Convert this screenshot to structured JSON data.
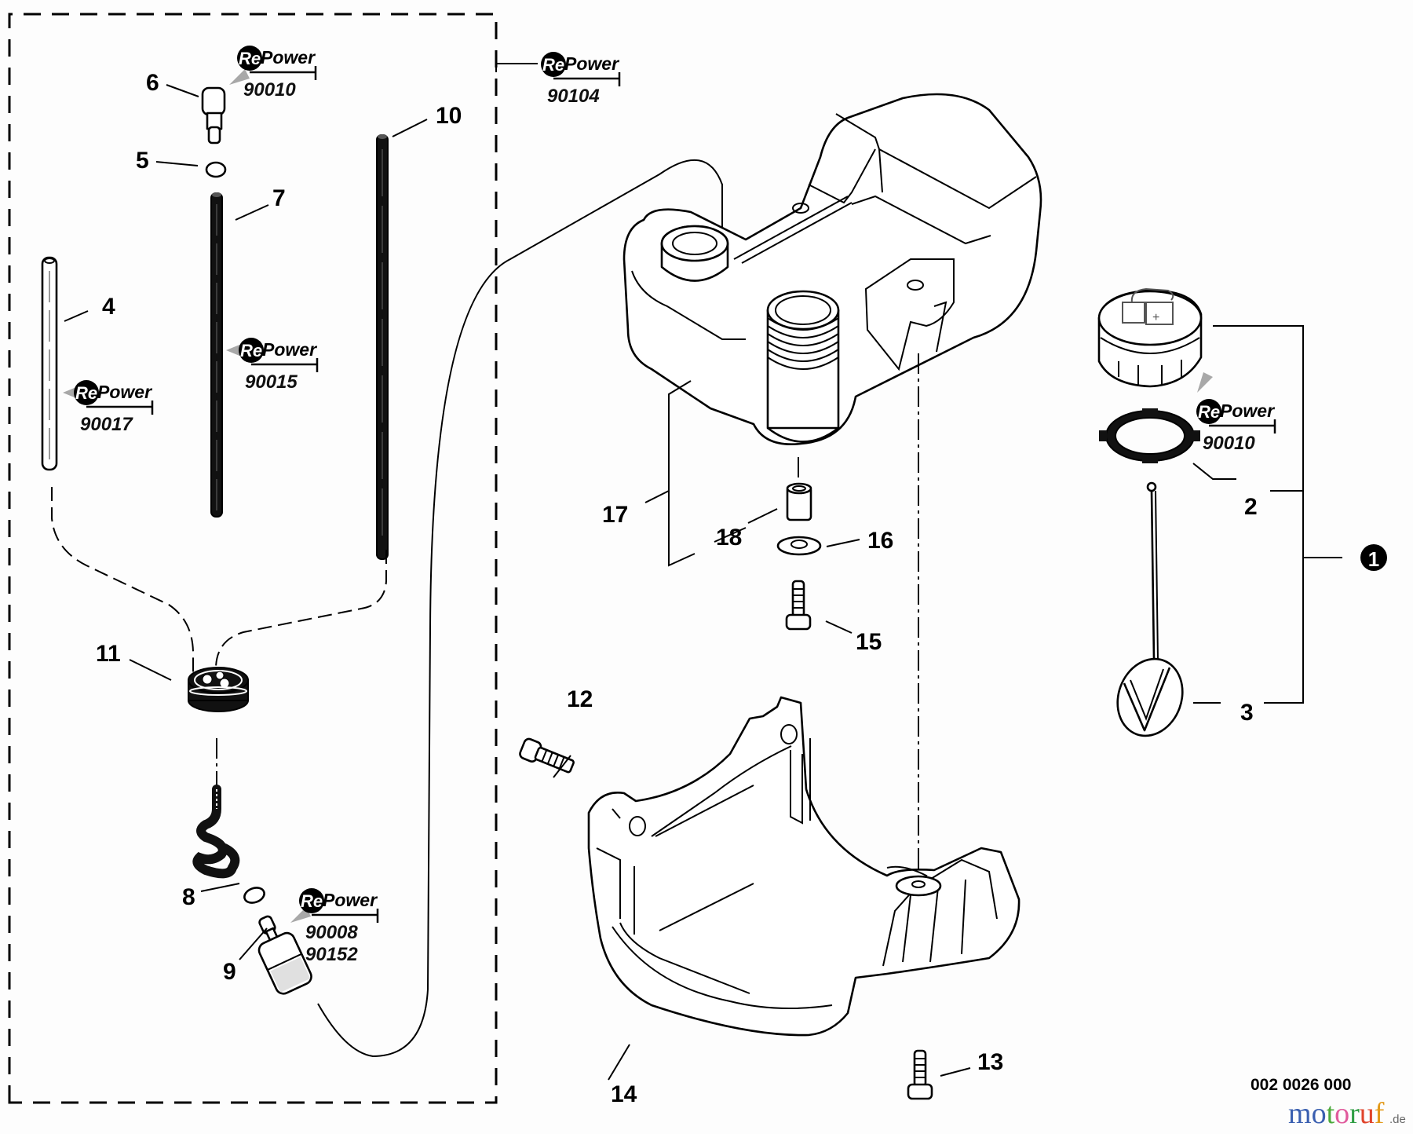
{
  "diagram": {
    "type": "exploded-parts-diagram",
    "subject": "fuel tank assembly",
    "drawing_number": "002 0026 000",
    "watermark": {
      "brand": "motoruf",
      "tld": ".de",
      "letter_colors": [
        "#3a5fb0",
        "#3a5fb0",
        "#4caa3c",
        "#e05a9c",
        "#2f9e44",
        "#e0442b",
        "#e39a1b",
        "#f0b81e"
      ]
    },
    "callouts": [
      {
        "id": "1",
        "label": "1",
        "style": "filled-circle",
        "note": "assembly of parts 2, 3 and cap"
      },
      {
        "id": "2",
        "label": "2"
      },
      {
        "id": "3",
        "label": "3"
      },
      {
        "id": "4",
        "label": "4"
      },
      {
        "id": "5",
        "label": "5"
      },
      {
        "id": "6",
        "label": "6"
      },
      {
        "id": "7",
        "label": "7"
      },
      {
        "id": "8",
        "label": "8"
      },
      {
        "id": "9",
        "label": "9"
      },
      {
        "id": "10",
        "label": "10"
      },
      {
        "id": "11",
        "label": "11"
      },
      {
        "id": "12",
        "label": "12"
      },
      {
        "id": "13",
        "label": "13"
      },
      {
        "id": "14",
        "label": "14"
      },
      {
        "id": "15",
        "label": "15"
      },
      {
        "id": "16",
        "label": "16"
      },
      {
        "id": "17",
        "label": "17"
      },
      {
        "id": "18",
        "label": "18"
      }
    ],
    "repower_badges": [
      {
        "brand_prefix": "Re",
        "brand_suffix": "Power",
        "codes": [
          "90010"
        ],
        "refers_to": "6"
      },
      {
        "brand_prefix": "Re",
        "brand_suffix": "Power",
        "codes": [
          "90104"
        ],
        "refers_to": "kit"
      },
      {
        "brand_prefix": "Re",
        "brand_suffix": "Power",
        "codes": [
          "90015"
        ],
        "refers_to": "7"
      },
      {
        "brand_prefix": "Re",
        "brand_suffix": "Power",
        "codes": [
          "90017"
        ],
        "refers_to": "4"
      },
      {
        "brand_prefix": "Re",
        "brand_suffix": "Power",
        "codes": [
          "90008",
          "90152"
        ],
        "refers_to": "9"
      },
      {
        "brand_prefix": "Re",
        "brand_suffix": "Power",
        "codes": [
          "90010"
        ],
        "refers_to": "cap"
      }
    ]
  }
}
